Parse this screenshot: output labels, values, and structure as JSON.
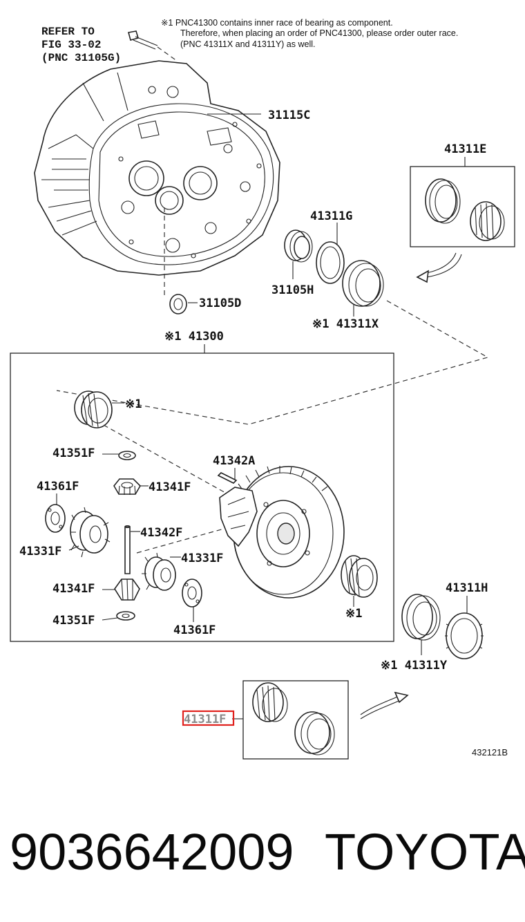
{
  "note": {
    "line1": "※1 PNC41300 contains inner race of bearing as component.",
    "line2": "Therefore, when placing an order of PNC41300, please order outer race.",
    "line3": "(PNC 41311X and 41311Y) as well."
  },
  "refer": {
    "line1": "REFER TO",
    "line2": "FIG 33-02",
    "line3": "(PNC 31105G)"
  },
  "labels": {
    "l31115C": "31115C",
    "l31105D": "31105D",
    "l41311G": "41311G",
    "l31105H": "31105H",
    "l41311X": "※1 41311X",
    "l41311E": "41311E",
    "l41300": "※1 41300",
    "mark1a": "※1",
    "l41351F_a": "41351F",
    "l41342A": "41342A",
    "l41361F_a": "41361F",
    "l41341F_a": "41341F",
    "l41342F": "41342F",
    "l41331F_a": "41331F",
    "l41331F_b": "41331F",
    "l41341F_b": "41341F",
    "l41351F_b": "41351F",
    "l41361F_b": "41361F",
    "mark1b": "※1",
    "l41311H": "41311H",
    "l41311Y": "※1 41311Y",
    "l41311F": "41311F"
  },
  "diagram_code": "432121B",
  "footer": {
    "part_number": "9036642009",
    "brand": "TOYOTA"
  },
  "colors": {
    "highlight": "#e0201c",
    "line": "#222222"
  }
}
